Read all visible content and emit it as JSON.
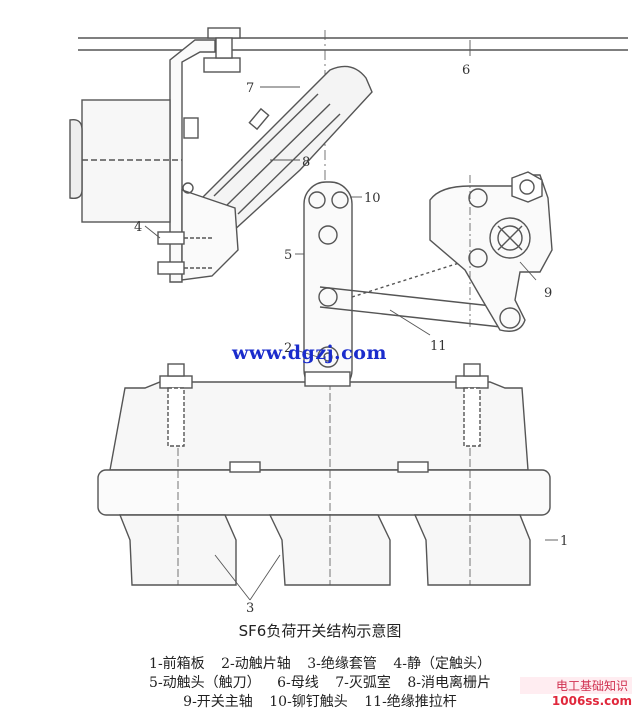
{
  "labels": {
    "n1": "1",
    "n2": "2",
    "n3": "3",
    "n4": "4",
    "n5": "5",
    "n6": "6",
    "n7": "7",
    "n8": "8",
    "n9": "9",
    "n10": "10",
    "n11": "11"
  },
  "watermark": "www.dgzj.com",
  "caption": "SF6负荷开关结构示意图",
  "legend": {
    "line1": [
      "1-前箱板",
      "2-动触片轴",
      "3-绝缘套管",
      "4-静（定触头）"
    ],
    "line2": [
      "5-动触头（触刀）",
      "6-母线",
      "7-灭弧室",
      "8-消电离栅片"
    ],
    "line3": [
      "9-开关主轴",
      "10-铆钉触头",
      "11-绝缘推拉杆"
    ]
  },
  "corner_badge": {
    "line1": "电工基础知识",
    "line2": "1006ss.com"
  }
}
